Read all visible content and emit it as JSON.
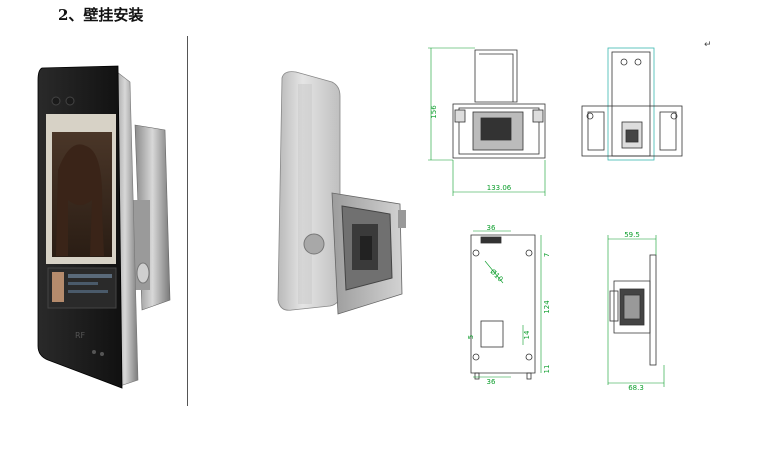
{
  "heading": "2、壁挂安装",
  "dimensions": {
    "front_height": "156",
    "front_width": "133.06",
    "bottom_top_width": "36",
    "bottom_hole_dia": "Ø10",
    "bottom_total": "124",
    "bottom_mid": "14",
    "bottom_small": "5",
    "bottom_lower_width": "36",
    "bottom_right_top": "7",
    "bottom_right_bottom": "11",
    "side_top_width": "59.5",
    "side_bottom_width": "68.3"
  },
  "device_logo": "RF"
}
